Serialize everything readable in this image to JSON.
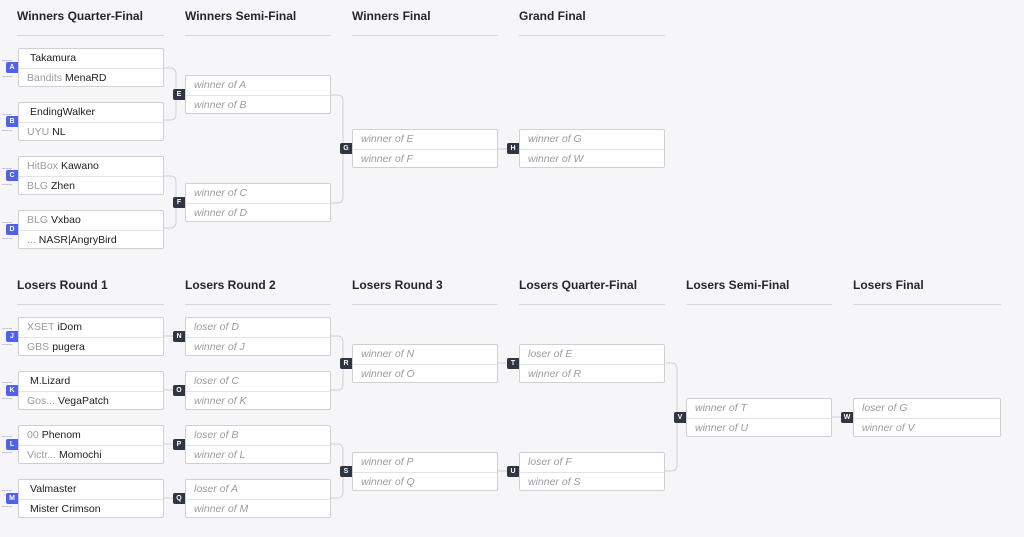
{
  "winners": {
    "rounds": [
      {
        "title": "Winners Quarter-Final"
      },
      {
        "title": "Winners Semi-Final"
      },
      {
        "title": "Winners Final"
      },
      {
        "title": "Grand Final"
      }
    ],
    "matches": [
      {
        "id": "A",
        "top": {
          "tag": "",
          "name": "Takamura"
        },
        "bottom": {
          "tag": "Bandits",
          "name": "MenaRD"
        }
      },
      {
        "id": "B",
        "top": {
          "tag": "",
          "name": "EndingWalker"
        },
        "bottom": {
          "tag": "UYU",
          "name": "NL"
        }
      },
      {
        "id": "C",
        "top": {
          "tag": "HitBox",
          "name": "Kawano"
        },
        "bottom": {
          "tag": "BLG",
          "name": "Zhen"
        }
      },
      {
        "id": "D",
        "top": {
          "tag": "BLG",
          "name": "Vxbao"
        },
        "bottom": {
          "tag": "...",
          "name": "NASR|AngryBird"
        }
      },
      {
        "id": "E",
        "top": {
          "text": "winner of A"
        },
        "bottom": {
          "text": "winner of B"
        }
      },
      {
        "id": "F",
        "top": {
          "text": "winner of C"
        },
        "bottom": {
          "text": "winner of D"
        }
      },
      {
        "id": "G",
        "top": {
          "text": "winner of E"
        },
        "bottom": {
          "text": "winner of F"
        }
      },
      {
        "id": "H",
        "top": {
          "text": "winner of G"
        },
        "bottom": {
          "text": "winner of W"
        }
      }
    ]
  },
  "losers": {
    "rounds": [
      {
        "title": "Losers Round 1"
      },
      {
        "title": "Losers Round 2"
      },
      {
        "title": "Losers Round 3"
      },
      {
        "title": "Losers Quarter-Final"
      },
      {
        "title": "Losers Semi-Final"
      },
      {
        "title": "Losers Final"
      }
    ],
    "matches": [
      {
        "id": "J",
        "top": {
          "tag": "XSET",
          "name": "iDom"
        },
        "bottom": {
          "tag": "GBS",
          "name": "pugera"
        }
      },
      {
        "id": "K",
        "top": {
          "tag": "",
          "name": "M.Lizard"
        },
        "bottom": {
          "tag": "Gos...",
          "name": "VegaPatch"
        }
      },
      {
        "id": "L",
        "top": {
          "tag": "00",
          "name": "Phenom"
        },
        "bottom": {
          "tag": "Victr...",
          "name": "Momochi"
        }
      },
      {
        "id": "M",
        "top": {
          "tag": "",
          "name": "Valmaster"
        },
        "bottom": {
          "tag": "",
          "name": "Mister Crimson"
        }
      },
      {
        "id": "N",
        "top": {
          "text": "loser of D"
        },
        "bottom": {
          "text": "winner of J"
        }
      },
      {
        "id": "O",
        "top": {
          "text": "loser of C"
        },
        "bottom": {
          "text": "winner of K"
        }
      },
      {
        "id": "P",
        "top": {
          "text": "loser of B"
        },
        "bottom": {
          "text": "winner of L"
        }
      },
      {
        "id": "Q",
        "top": {
          "text": "loser of A"
        },
        "bottom": {
          "text": "winner of M"
        }
      },
      {
        "id": "R",
        "top": {
          "text": "winner of N"
        },
        "bottom": {
          "text": "winner of O"
        }
      },
      {
        "id": "S",
        "top": {
          "text": "winner of P"
        },
        "bottom": {
          "text": "winner of Q"
        }
      },
      {
        "id": "T",
        "top": {
          "text": "loser of E"
        },
        "bottom": {
          "text": "winner of R"
        }
      },
      {
        "id": "U",
        "top": {
          "text": "loser of F"
        },
        "bottom": {
          "text": "winner of S"
        }
      },
      {
        "id": "V",
        "top": {
          "text": "winner of T"
        },
        "bottom": {
          "text": "winner of U"
        }
      },
      {
        "id": "W",
        "top": {
          "text": "loser of G"
        },
        "bottom": {
          "text": "winner of V"
        }
      }
    ]
  }
}
